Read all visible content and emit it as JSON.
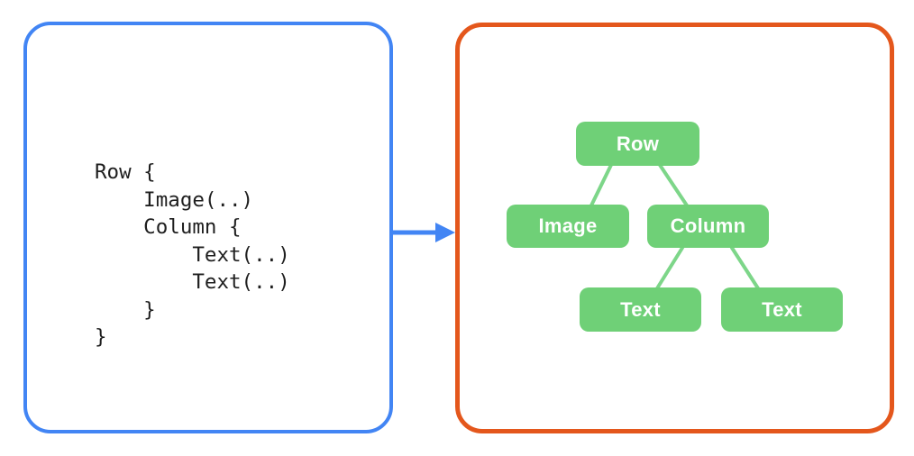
{
  "colors": {
    "left_panel_border": "#4285F4",
    "right_panel_border": "#E4571C",
    "arrow": "#4285F4",
    "node_fill": "#6FD077",
    "edge": "#7DD689",
    "node_text": "#FFFFFF",
    "code_text": "#1F1F1F"
  },
  "left_panel": {
    "code": "Row {\n    Image(..)\n    Column {\n        Text(..)\n        Text(..)\n    }\n}"
  },
  "arrow": {
    "direction": "right"
  },
  "tree": {
    "nodes": [
      {
        "id": "row",
        "label": "Row"
      },
      {
        "id": "image",
        "label": "Image"
      },
      {
        "id": "column",
        "label": "Column"
      },
      {
        "id": "text-1",
        "label": "Text"
      },
      {
        "id": "text-2",
        "label": "Text"
      }
    ],
    "edges": [
      [
        "row",
        "image"
      ],
      [
        "row",
        "column"
      ],
      [
        "column",
        "text-1"
      ],
      [
        "column",
        "text-2"
      ]
    ]
  }
}
